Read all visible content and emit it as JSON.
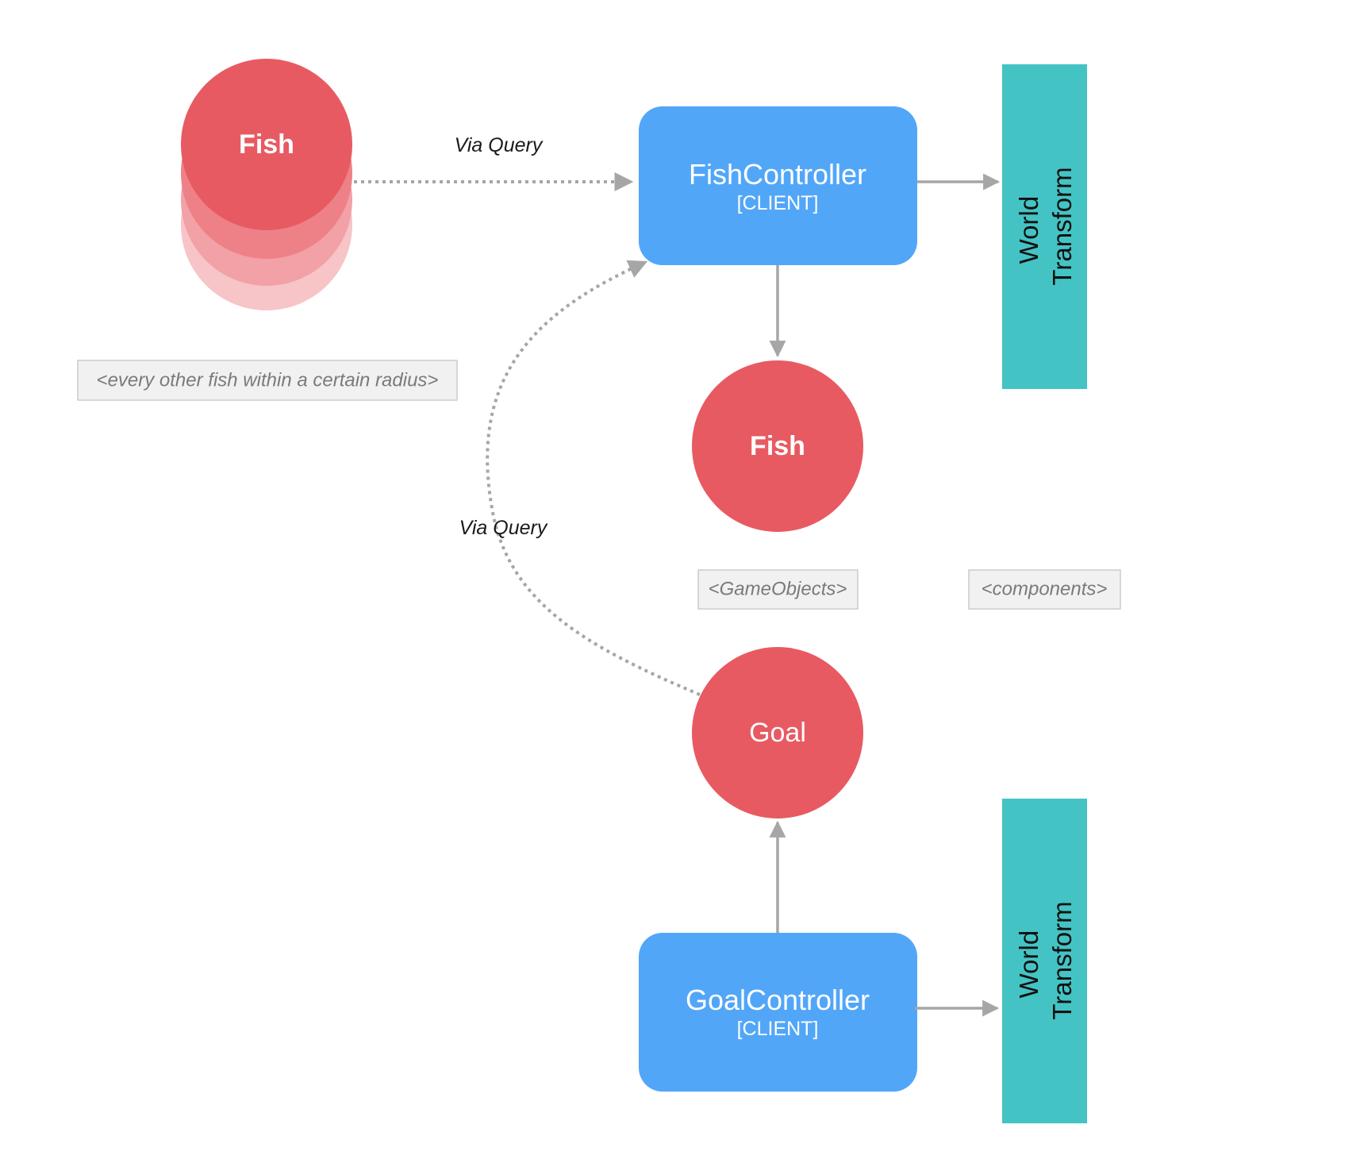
{
  "colors": {
    "fish": "#e85a62",
    "controller": "#52a6f8",
    "component": "#44c3c4",
    "arrow": "#a6a6a6",
    "note_bg": "#f1f1f1",
    "note_border": "#cccccc"
  },
  "nodes": {
    "fish_group": {
      "label": "Fish"
    },
    "fish_controller": {
      "name": "FishController",
      "tag": "[CLIENT]"
    },
    "fish_main": {
      "label": "Fish"
    },
    "goal": {
      "label": "Goal"
    },
    "goal_controller": {
      "name": "GoalController",
      "tag": "[CLIENT]"
    },
    "fish_world_transform": {
      "line1": "World",
      "line2": "Transform"
    },
    "goal_world_transform": {
      "line1": "World",
      "line2": "Transform"
    }
  },
  "edges": {
    "fish_query_label": "Via Query",
    "goal_query_label": "Via Query"
  },
  "notes": {
    "fish_radius": "<every other fish within a certain radius>",
    "gameobjects": "<GameObjects>",
    "components": "<components>"
  }
}
